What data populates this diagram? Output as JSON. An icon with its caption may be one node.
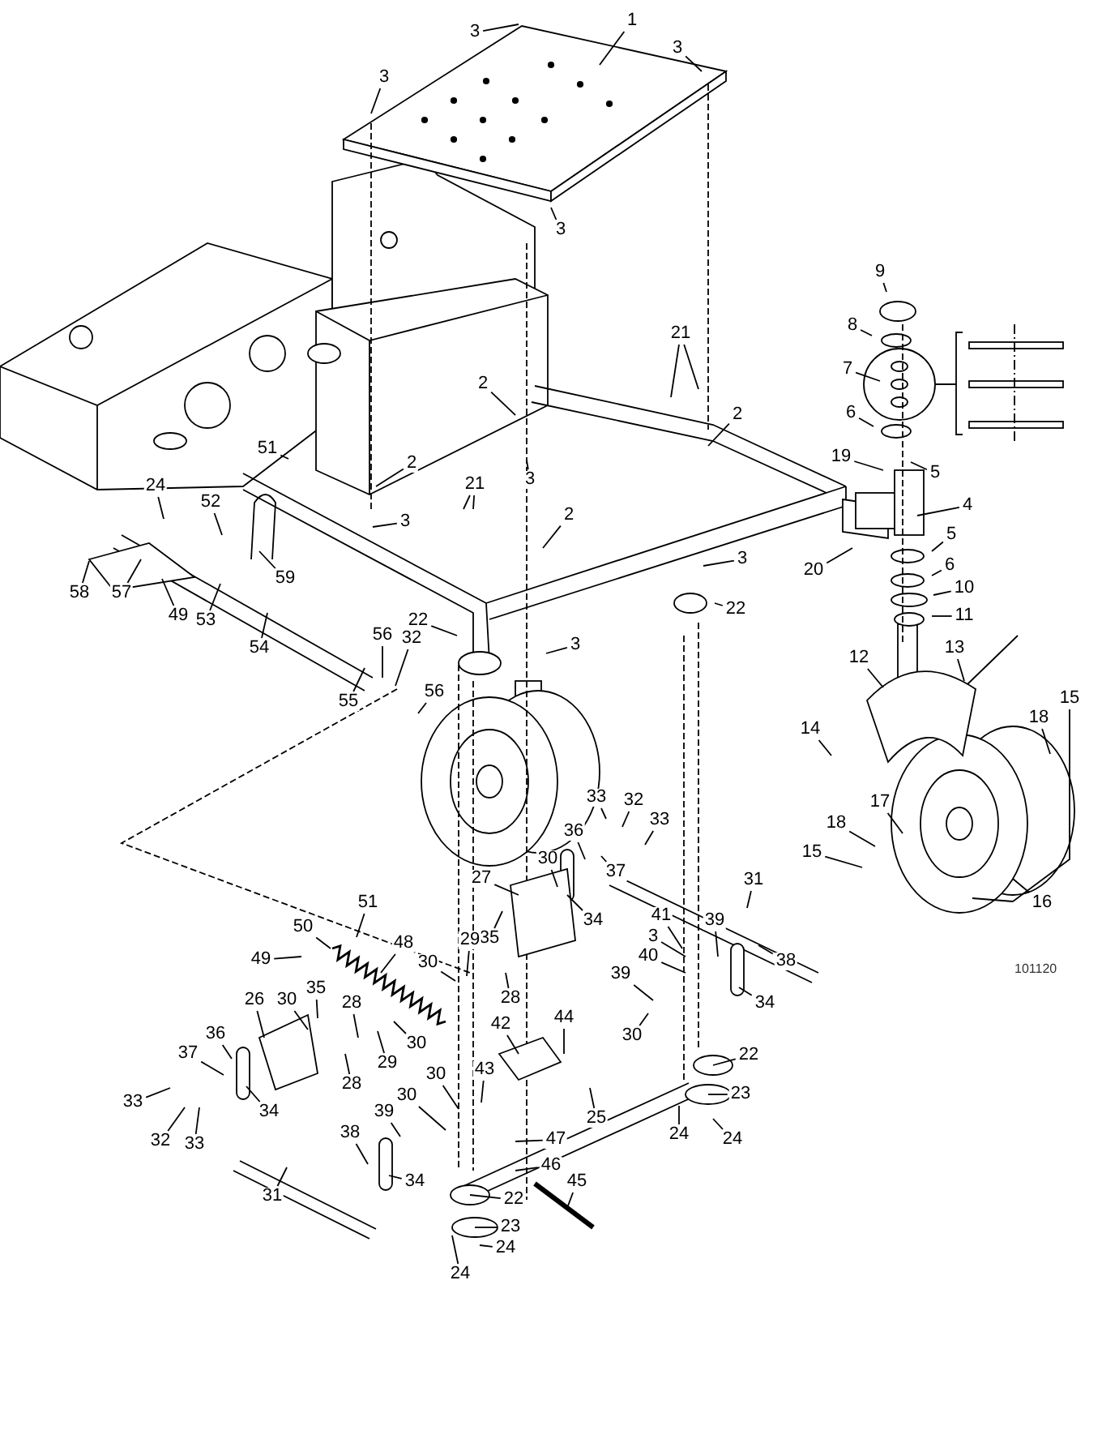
{
  "diagram": {
    "nodes": [
      {
        "text": [
          "1"
        ]
      },
      {
        "text": [
          "3"
        ]
      },
      {
        "text": [
          "3"
        ]
      },
      {
        "text": [
          "3"
        ]
      },
      {
        "text": [
          "3"
        ]
      },
      {
        "text": [
          "9"
        ]
      },
      {
        "text": [
          "8"
        ]
      },
      {
        "text": [
          "21"
        ]
      },
      {
        "text": [
          "7"
        ]
      },
      {
        "text": [
          "2"
        ]
      },
      {
        "text": [
          "2"
        ]
      },
      {
        "text": [
          "6"
        ]
      },
      {
        "text": [
          "51"
        ]
      },
      {
        "text": [
          "19"
        ]
      },
      {
        "text": [
          "2"
        ]
      },
      {
        "text": [
          "5"
        ]
      },
      {
        "text": [
          "3"
        ]
      },
      {
        "text": [
          "21"
        ]
      },
      {
        "text": [
          "24"
        ]
      },
      {
        "text": [
          "52"
        ]
      },
      {
        "text": [
          "4"
        ]
      },
      {
        "text": [
          "2"
        ]
      },
      {
        "text": [
          "3"
        ]
      },
      {
        "text": [
          "5"
        ]
      },
      {
        "text": [
          "3"
        ]
      },
      {
        "text": [
          "6"
        ]
      },
      {
        "text": [
          "20"
        ]
      },
      {
        "text": [
          "59"
        ]
      },
      {
        "text": [
          "10"
        ]
      },
      {
        "text": [
          "58"
        ]
      },
      {
        "text": [
          "57"
        ]
      },
      {
        "text": [
          "22"
        ]
      },
      {
        "text": [
          "11"
        ]
      },
      {
        "text": [
          "49"
        ]
      },
      {
        "text": [
          "22"
        ]
      },
      {
        "text": [
          "53"
        ]
      },
      {
        "text": [
          "56"
        ]
      },
      {
        "text": [
          "32"
        ]
      },
      {
        "text": [
          "3"
        ]
      },
      {
        "text": [
          "54"
        ]
      },
      {
        "text": [
          "13"
        ]
      },
      {
        "text": [
          "12"
        ]
      },
      {
        "text": [
          "56"
        ]
      },
      {
        "text": [
          "15"
        ]
      },
      {
        "text": [
          "55"
        ]
      },
      {
        "text": [
          "18"
        ]
      },
      {
        "text": [
          "14"
        ]
      },
      {
        "text": [
          "33"
        ]
      },
      {
        "text": [
          "32"
        ]
      },
      {
        "text": [
          "17"
        ]
      },
      {
        "text": [
          "33"
        ]
      },
      {
        "text": [
          "18"
        ]
      },
      {
        "text": [
          "36"
        ]
      },
      {
        "text": [
          "15"
        ]
      },
      {
        "text": [
          "30"
        ]
      },
      {
        "text": [
          "37"
        ]
      },
      {
        "text": [
          "27"
        ]
      },
      {
        "text": [
          "31"
        ]
      },
      {
        "text": [
          "51"
        ]
      },
      {
        "text": [
          "16"
        ]
      },
      {
        "text": [
          "41"
        ]
      },
      {
        "text": [
          "34"
        ]
      },
      {
        "text": [
          "39"
        ]
      },
      {
        "text": [
          "50"
        ]
      },
      {
        "text": [
          "3"
        ]
      },
      {
        "text": [
          "35"
        ]
      },
      {
        "text": [
          "29"
        ]
      },
      {
        "text": [
          "48"
        ]
      },
      {
        "text": [
          "40"
        ]
      },
      {
        "text": [
          "49"
        ]
      },
      {
        "text": [
          "38"
        ]
      },
      {
        "text": [
          "30"
        ]
      },
      {
        "text": [
          "39"
        ]
      },
      {
        "text": [
          "35"
        ]
      },
      {
        "text": [
          "28"
        ]
      },
      {
        "text": [
          "26"
        ]
      },
      {
        "text": [
          "30"
        ]
      },
      {
        "text": [
          "28"
        ]
      },
      {
        "text": [
          "34"
        ]
      },
      {
        "text": [
          "44"
        ]
      },
      {
        "text": [
          "42"
        ]
      },
      {
        "text": [
          "36"
        ]
      },
      {
        "text": [
          "30"
        ]
      },
      {
        "text": [
          "30"
        ]
      },
      {
        "text": [
          "37"
        ]
      },
      {
        "text": [
          "22"
        ]
      },
      {
        "text": [
          "29"
        ]
      },
      {
        "text": [
          "43"
        ]
      },
      {
        "text": [
          "28"
        ]
      },
      {
        "text": [
          "30"
        ]
      },
      {
        "text": [
          "23"
        ]
      },
      {
        "text": [
          "30"
        ]
      },
      {
        "text": [
          "33"
        ]
      },
      {
        "text": [
          "39"
        ]
      },
      {
        "text": [
          "34"
        ]
      },
      {
        "text": [
          "25"
        ]
      },
      {
        "text": [
          "24"
        ]
      },
      {
        "text": [
          "38"
        ]
      },
      {
        "text": [
          "47"
        ]
      },
      {
        "text": [
          "24"
        ]
      },
      {
        "text": [
          "32"
        ]
      },
      {
        "text": [
          "33"
        ]
      },
      {
        "text": [
          "46"
        ]
      },
      {
        "text": [
          "45"
        ]
      },
      {
        "text": [
          "34"
        ]
      },
      {
        "text": [
          "22"
        ]
      },
      {
        "text": [
          "31"
        ]
      },
      {
        "text": [
          "23"
        ]
      },
      {
        "text": [
          "24"
        ]
      },
      {
        "text": [
          "24"
        ]
      }
    ],
    "edges": [
      {
        "from": 0,
        "to": null,
        "arrow": "none"
      },
      {
        "from": 1,
        "to": null,
        "arrow": "none"
      },
      {
        "from": 2,
        "to": null,
        "arrow": "none"
      },
      {
        "from": 3,
        "to": null,
        "arrow": "none"
      },
      {
        "from": 4,
        "to": null,
        "arrow": "none"
      },
      {
        "from": 5,
        "to": null,
        "arrow": "none"
      },
      {
        "from": 6,
        "to": null,
        "arrow": "none"
      },
      {
        "from": 7,
        "to": null,
        "arrow": "none"
      },
      {
        "from": 7,
        "to": null,
        "arrow": "none"
      },
      {
        "from": 8,
        "to": null,
        "arrow": "none"
      },
      {
        "from": 9,
        "to": null,
        "arrow": "none"
      },
      {
        "from": 10,
        "to": null,
        "arrow": "none"
      },
      {
        "from": 11,
        "to": null,
        "arrow": "none"
      },
      {
        "from": 12,
        "to": null,
        "arrow": "none"
      },
      {
        "from": 13,
        "to": null,
        "arrow": "none"
      },
      {
        "from": 14,
        "to": null,
        "arrow": "none"
      },
      {
        "from": 15,
        "to": null,
        "arrow": "none"
      },
      {
        "from": 16,
        "to": null,
        "arrow": "none"
      },
      {
        "from": 17,
        "to": null,
        "arrow": "none"
      },
      {
        "from": 17,
        "to": null,
        "arrow": "none"
      },
      {
        "from": 18,
        "to": null,
        "arrow": "none"
      },
      {
        "from": 19,
        "to": null,
        "arrow": "none"
      },
      {
        "from": 20,
        "to": null,
        "arrow": "none"
      },
      {
        "from": 21,
        "to": null,
        "arrow": "none"
      },
      {
        "from": 22,
        "to": null,
        "arrow": "none"
      },
      {
        "from": 23,
        "to": null,
        "arrow": "none"
      },
      {
        "from": 24,
        "to": null,
        "arrow": "none"
      },
      {
        "from": 25,
        "to": null,
        "arrow": "none"
      },
      {
        "from": 26,
        "to": null,
        "arrow": "none"
      },
      {
        "from": 27,
        "to": null,
        "arrow": "none"
      },
      {
        "from": 28,
        "to": null,
        "arrow": "none"
      },
      {
        "from": 29,
        "to": null,
        "arrow": "none"
      },
      {
        "from": 30,
        "to": null,
        "arrow": "none"
      },
      {
        "from": 31,
        "to": null,
        "arrow": "none"
      },
      {
        "from": 32,
        "to": null,
        "arrow": "none"
      },
      {
        "from": 33,
        "to": null,
        "arrow": "none"
      },
      {
        "from": 34,
        "to": null,
        "arrow": "none"
      },
      {
        "from": 35,
        "to": null,
        "arrow": "none"
      },
      {
        "from": 36,
        "to": null,
        "arrow": "none"
      },
      {
        "from": 37,
        "to": null,
        "arrow": "none"
      },
      {
        "from": 38,
        "to": null,
        "arrow": "none"
      },
      {
        "from": 39,
        "to": null,
        "arrow": "none"
      },
      {
        "from": 40,
        "to": null,
        "arrow": "none"
      },
      {
        "from": 41,
        "to": null,
        "arrow": "none"
      },
      {
        "from": 42,
        "to": null,
        "arrow": "none"
      },
      {
        "from": 43,
        "to": null,
        "arrow": "none"
      },
      {
        "from": 44,
        "to": null,
        "arrow": "none"
      },
      {
        "from": 45,
        "to": null,
        "arrow": "none"
      },
      {
        "from": 46,
        "to": null,
        "arrow": "none"
      },
      {
        "from": 47,
        "to": null,
        "arrow": "none"
      },
      {
        "from": 48,
        "to": null,
        "arrow": "none"
      },
      {
        "from": 49,
        "to": null,
        "arrow": "none"
      },
      {
        "from": 50,
        "to": null,
        "arrow": "none"
      },
      {
        "from": 51,
        "to": null,
        "arrow": "none"
      },
      {
        "from": 52,
        "to": null,
        "arrow": "none"
      },
      {
        "from": 53,
        "to": null,
        "arrow": "none"
      },
      {
        "from": 54,
        "to": null,
        "arrow": "none"
      },
      {
        "from": 55,
        "to": null,
        "arrow": "none"
      },
      {
        "from": 56,
        "to": null,
        "arrow": "none"
      },
      {
        "from": 57,
        "to": null,
        "arrow": "none"
      },
      {
        "from": 58,
        "to": null,
        "arrow": "none"
      },
      {
        "from": 59,
        "to": null,
        "arrow": "none"
      },
      {
        "from": 60,
        "to": null,
        "arrow": "none"
      },
      {
        "from": 61,
        "to": null,
        "arrow": "none"
      },
      {
        "from": 62,
        "to": null,
        "arrow": "none"
      },
      {
        "from": 63,
        "to": null,
        "arrow": "none"
      },
      {
        "from": 64,
        "to": null,
        "arrow": "none"
      },
      {
        "from": 65,
        "to": null,
        "arrow": "none"
      },
      {
        "from": 66,
        "to": null,
        "arrow": "none"
      },
      {
        "from": 67,
        "to": null,
        "arrow": "none"
      },
      {
        "from": 68,
        "to": null,
        "arrow": "none"
      },
      {
        "from": 69,
        "to": null,
        "arrow": "none"
      },
      {
        "from": 70,
        "to": null,
        "arrow": "none"
      },
      {
        "from": 71,
        "to": null,
        "arrow": "none"
      },
      {
        "from": 72,
        "to": null,
        "arrow": "none"
      },
      {
        "from": 73,
        "to": null,
        "arrow": "none"
      },
      {
        "from": 74,
        "to": null,
        "arrow": "none"
      },
      {
        "from": 75,
        "to": null,
        "arrow": "none"
      },
      {
        "from": 76,
        "to": null,
        "arrow": "none"
      },
      {
        "from": 77,
        "to": null,
        "arrow": "none"
      },
      {
        "from": 78,
        "to": null,
        "arrow": "none"
      },
      {
        "from": 79,
        "to": null,
        "arrow": "none"
      },
      {
        "from": 80,
        "to": null,
        "arrow": "none"
      },
      {
        "from": 81,
        "to": null,
        "arrow": "none"
      },
      {
        "from": 82,
        "to": null,
        "arrow": "none"
      },
      {
        "from": 83,
        "to": null,
        "arrow": "none"
      },
      {
        "from": 84,
        "to": null,
        "arrow": "none"
      },
      {
        "from": 85,
        "to": null,
        "arrow": "none"
      },
      {
        "from": 86,
        "to": null,
        "arrow": "none"
      },
      {
        "from": 87,
        "to": null,
        "arrow": "none"
      },
      {
        "from": 88,
        "to": null,
        "arrow": "none"
      },
      {
        "from": 89,
        "to": null,
        "arrow": "none"
      },
      {
        "from": 90,
        "to": null,
        "arrow": "none"
      },
      {
        "from": 91,
        "to": null,
        "arrow": "none"
      },
      {
        "from": 92,
        "to": null,
        "arrow": "none"
      },
      {
        "from": 93,
        "to": null,
        "arrow": "none"
      },
      {
        "from": 94,
        "to": null,
        "arrow": "none"
      },
      {
        "from": 95,
        "to": null,
        "arrow": "none"
      },
      {
        "from": 96,
        "to": null,
        "arrow": "none"
      },
      {
        "from": 97,
        "to": null,
        "arrow": "none"
      },
      {
        "from": 98,
        "to": null,
        "arrow": "none"
      },
      {
        "from": 99,
        "to": null,
        "arrow": "none"
      },
      {
        "from": 100,
        "to": null,
        "arrow": "none"
      },
      {
        "from": 101,
        "to": null,
        "arrow": "none"
      },
      {
        "from": 102,
        "to": null,
        "arrow": "none"
      },
      {
        "from": 103,
        "to": null,
        "arrow": "none"
      },
      {
        "from": 104,
        "to": null,
        "arrow": "none"
      },
      {
        "from": 105,
        "to": null,
        "arrow": "none"
      },
      {
        "from": 106,
        "to": null,
        "arrow": "none"
      },
      {
        "from": 107,
        "to": null,
        "arrow": "none"
      },
      {
        "from": 108,
        "to": null,
        "arrow": "none"
      },
      {
        "from": 109,
        "to": null,
        "arrow": "none"
      }
    ],
    "labels": [
      "101120"
    ]
  }
}
